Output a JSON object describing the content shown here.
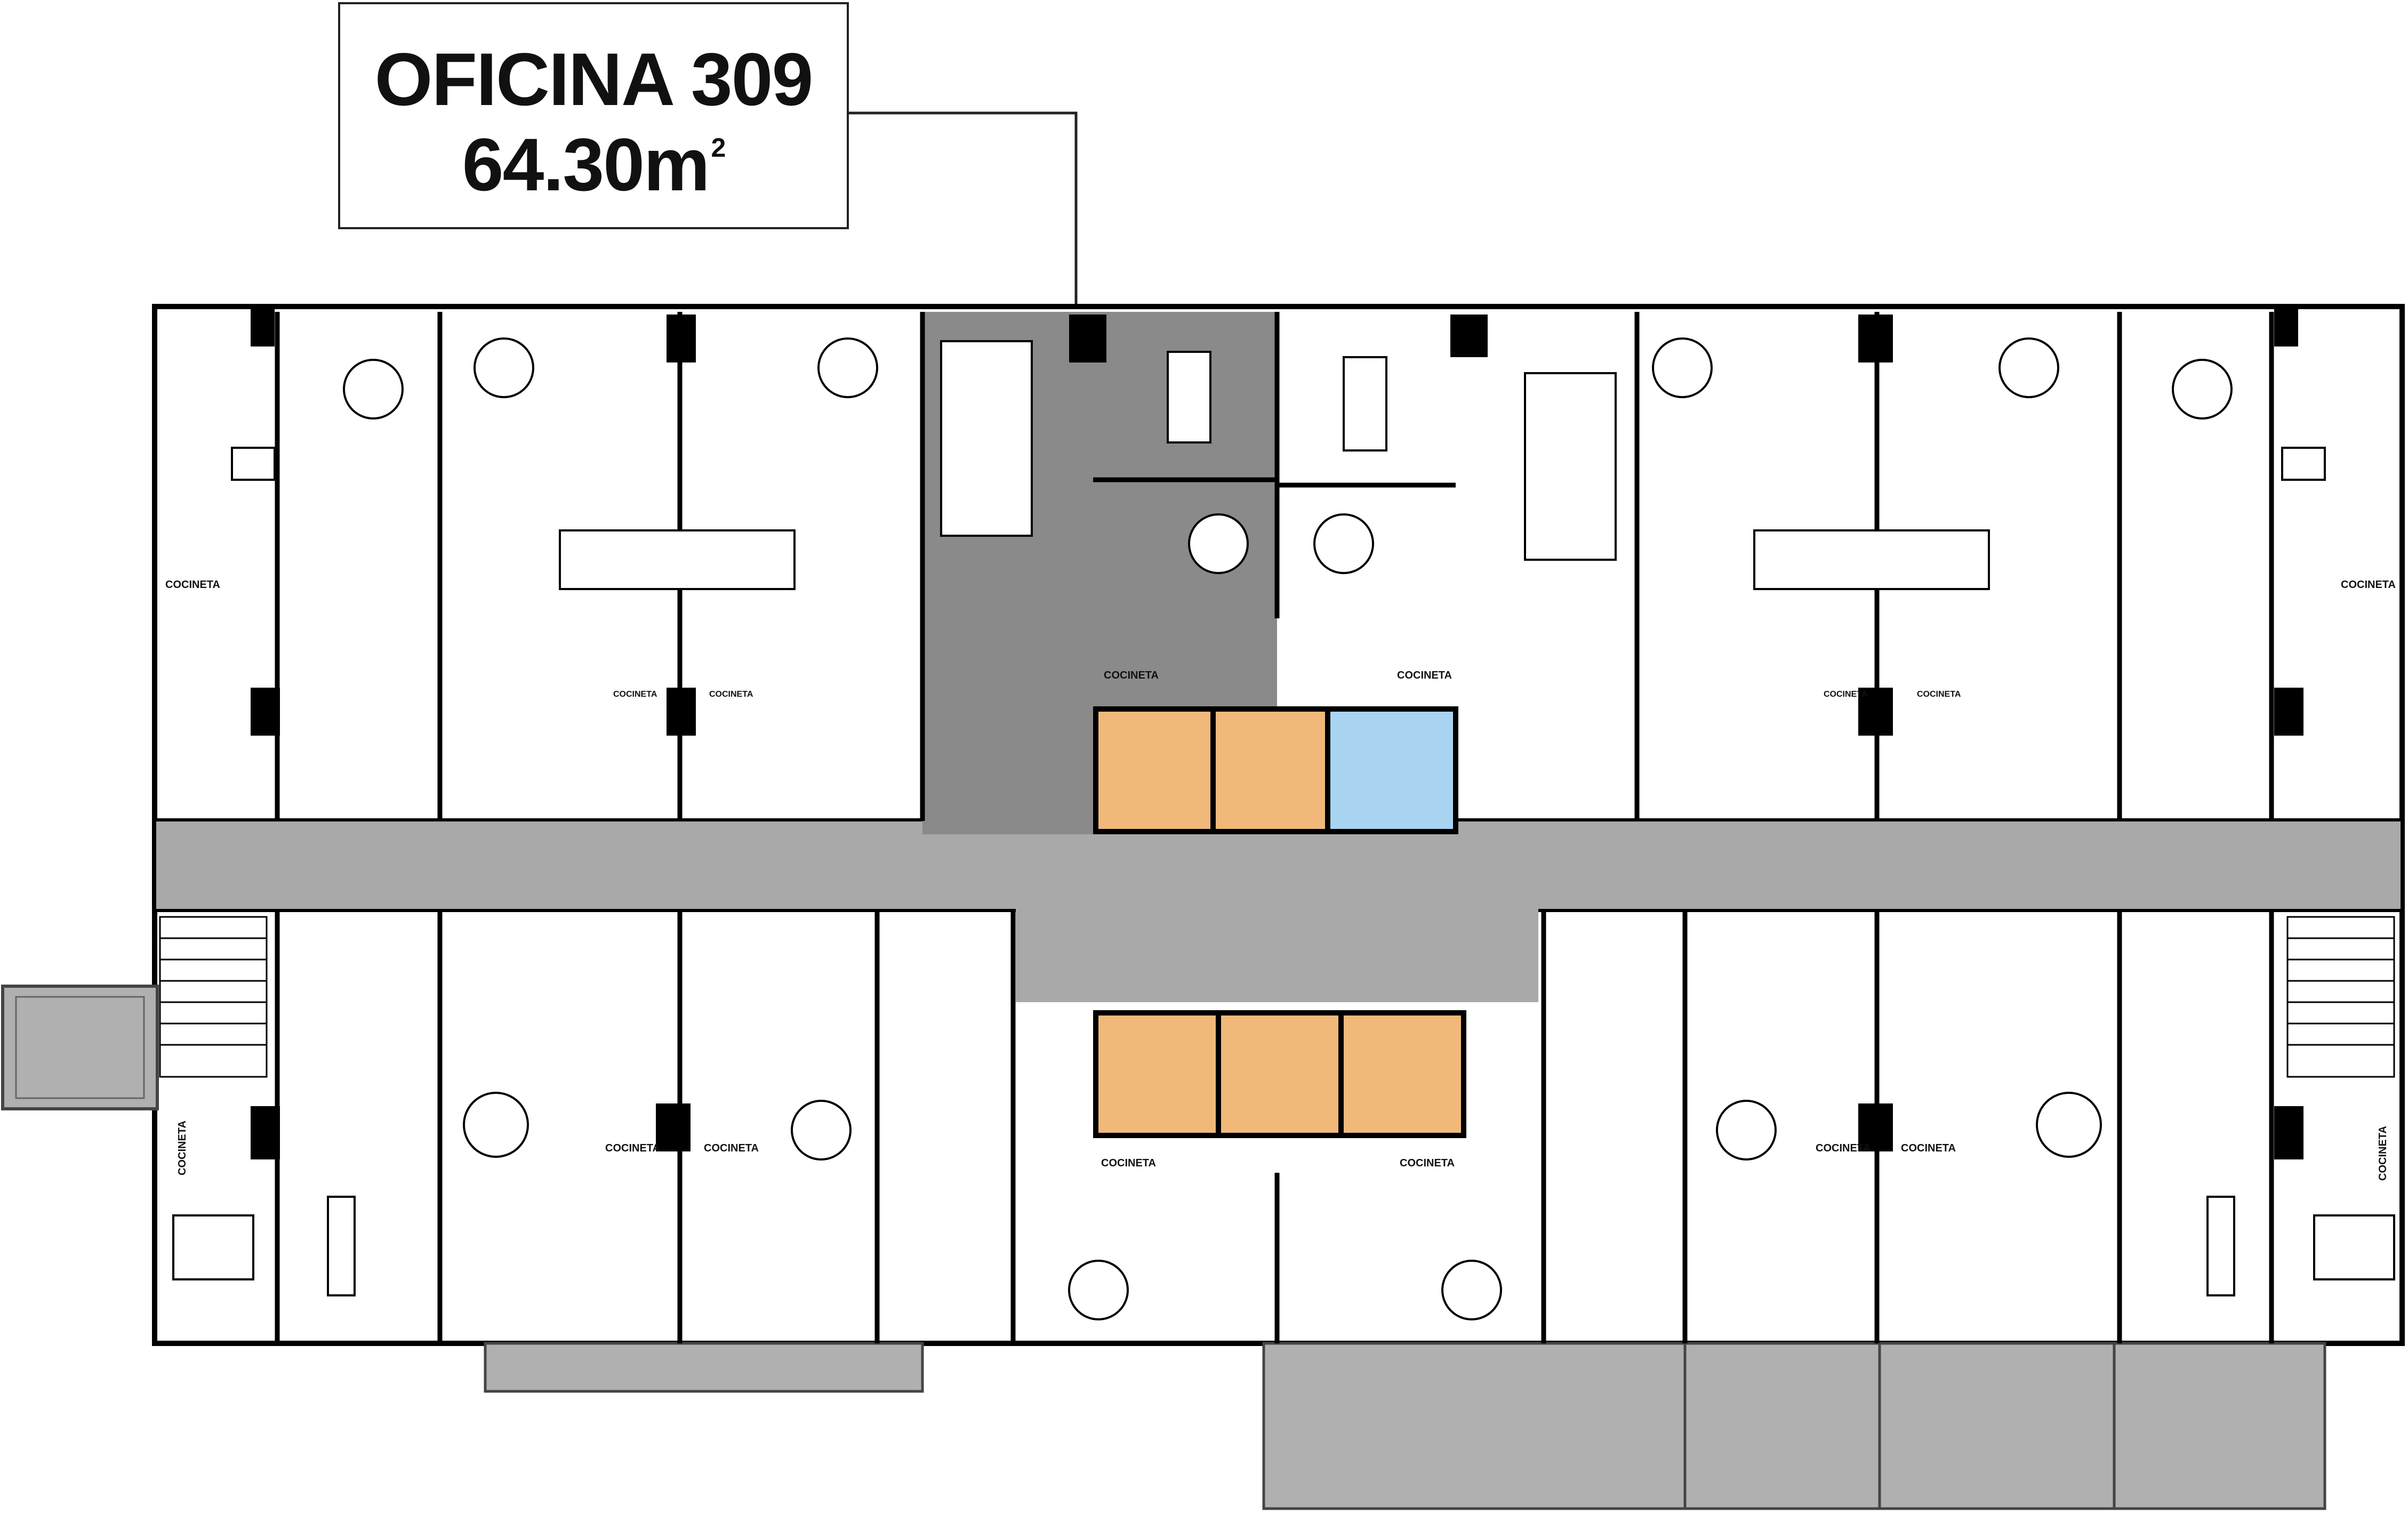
{
  "title": {
    "office": "OFICINA 309",
    "area_value": "64.30m",
    "area_sup": "2"
  },
  "labels": {
    "kitchenette": "COCINETA"
  },
  "colors": {
    "selected_office": "#8a8a8a",
    "corridor": "#a9a9a9",
    "elevator": "#f0b97a",
    "service_elevator": "#a8d4f2",
    "wall": "#000000",
    "terrace": "#b0b0b0"
  }
}
